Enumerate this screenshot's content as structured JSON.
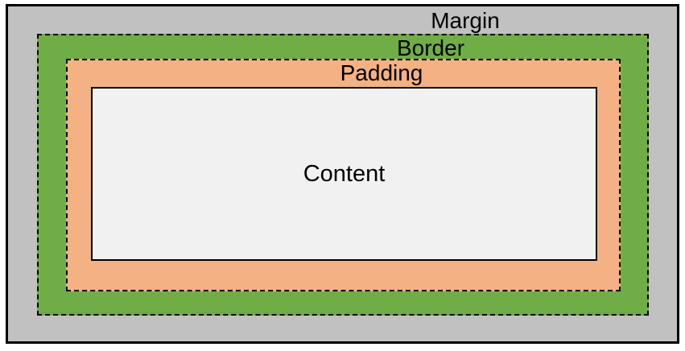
{
  "diagram": {
    "type": "css-box-model",
    "labels": {
      "margin": "Margin",
      "border": "Border",
      "padding": "Padding",
      "content": "Content"
    },
    "colors": {
      "margin_bg": "#c1c1c1",
      "border_bg": "#70ad47",
      "padding_bg": "#f4b183",
      "content_bg": "#f1f1f1",
      "line": "#000000",
      "page_bg": "#ffffff",
      "text": "#000000"
    }
  }
}
